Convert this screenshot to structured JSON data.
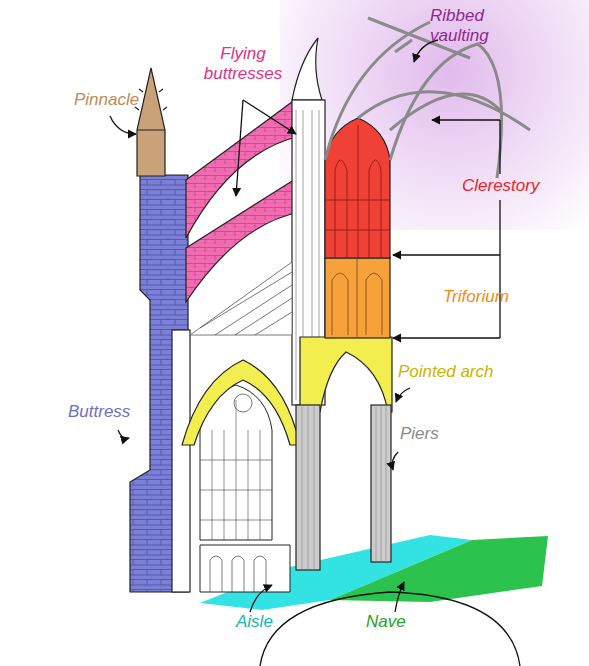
{
  "diagram": {
    "labels": [
      "Flying buttresses",
      "Ribbed vaulting",
      "Pinnacle",
      "Clerestory",
      "Triforium",
      "Pointed arch",
      "Piers",
      "Buttress",
      "Aisle",
      "Nave"
    ]
  }
}
